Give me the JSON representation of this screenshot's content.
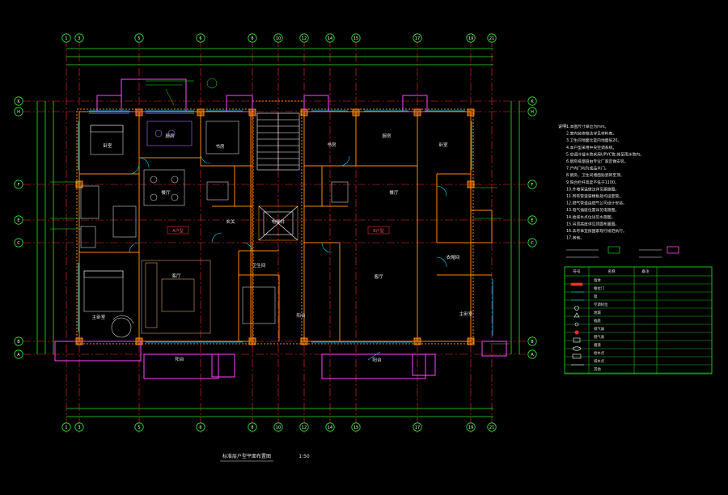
{
  "title": {
    "text": "标准层户型平面布置图",
    "scale": "1:50"
  },
  "rooms": [
    {
      "key": "bed1",
      "label": "卧室"
    },
    {
      "key": "kitchen",
      "label": "厨房"
    },
    {
      "key": "study",
      "label": "书房"
    },
    {
      "key": "dining",
      "label": "餐厅"
    },
    {
      "key": "living",
      "label": "客厅"
    },
    {
      "key": "master",
      "label": "主卧室"
    },
    {
      "key": "foyer",
      "label": "玄关"
    },
    {
      "key": "yard",
      "label": "阳台"
    },
    {
      "key": "balcony",
      "label": "阳台"
    },
    {
      "key": "shaft",
      "label": "电梯井"
    },
    {
      "key": "r-study",
      "label": "书房"
    },
    {
      "key": "r-kitchen",
      "label": "厨房"
    },
    {
      "key": "r-bed",
      "label": "卧室"
    },
    {
      "key": "r-dining",
      "label": "餐厅"
    },
    {
      "key": "r-living",
      "label": "客厅"
    },
    {
      "key": "r-bath",
      "label": "卫生间"
    },
    {
      "key": "r-wardrobe",
      "label": "衣帽间"
    },
    {
      "key": "r-master",
      "label": "主卧室"
    },
    {
      "key": "r-balcony",
      "label": "阳台"
    }
  ],
  "unit_tags": [
    "A户型",
    "B户型"
  ],
  "notes": {
    "heading": "说明",
    "items": [
      "1.本图尺寸单位为mm。",
      "2.室内装修做法详见材料表。",
      "3.卫生间地面比室内地面低20。",
      "4.本户型采用中央空调系统。",
      "5.空调冷凝水管采用UPVC管,排至雨水管内。",
      "6.厨房排烟道由专业厂家定做安装。",
      "7.户内门均为成品木门。",
      "8.厨房、卫生间墙面贴瓷砖至顶。",
      "9.阳台栏杆高度不低于1100。",
      "10.外墙保温做法详见建施图。",
      "11.所有管道穿楼板处均设套管。",
      "12.燃气管道由燃气公司设计安装。",
      "13.电气插座位置详见电施图。",
      "14.给排水点位详见水施图。",
      "15.吊顶高度详见顶面布置图。",
      "16.未尽事宜按国家现行规范执行。",
      "17.其他。"
    ]
  },
  "legend": {
    "header": [
      "符号",
      "名称",
      "备注"
    ],
    "rows": [
      {
        "name": "墙体",
        "note": ""
      },
      {
        "name": "推拉门",
        "note": ""
      },
      {
        "name": "窗",
        "note": ""
      },
      {
        "name": "空调机位",
        "note": ""
      },
      {
        "name": "地漏",
        "note": ""
      },
      {
        "name": "插座",
        "note": ""
      },
      {
        "name": "排气扇",
        "note": ""
      },
      {
        "name": "燃气表",
        "note": ""
      },
      {
        "name": "烟道",
        "note": ""
      },
      {
        "name": "给水点",
        "note": ""
      },
      {
        "name": "排水点",
        "note": ""
      },
      {
        "name": "其他",
        "note": ""
      }
    ]
  },
  "grid_top": [
    "1",
    "3",
    "5",
    "6",
    "8",
    "10",
    "12",
    "14",
    "15",
    "17",
    "19",
    "21"
  ],
  "grid_left": [
    "K",
    "H",
    "F",
    "E",
    "C",
    "B",
    "A"
  ],
  "colors": {
    "wall": "#ff8800",
    "axis": "#ff2a2a",
    "dim": "#22ee22",
    "balcony": "#ff44ff",
    "window": "#00d8ff",
    "furniture": "#cfcfcf",
    "notes": "#f0f0f0"
  }
}
